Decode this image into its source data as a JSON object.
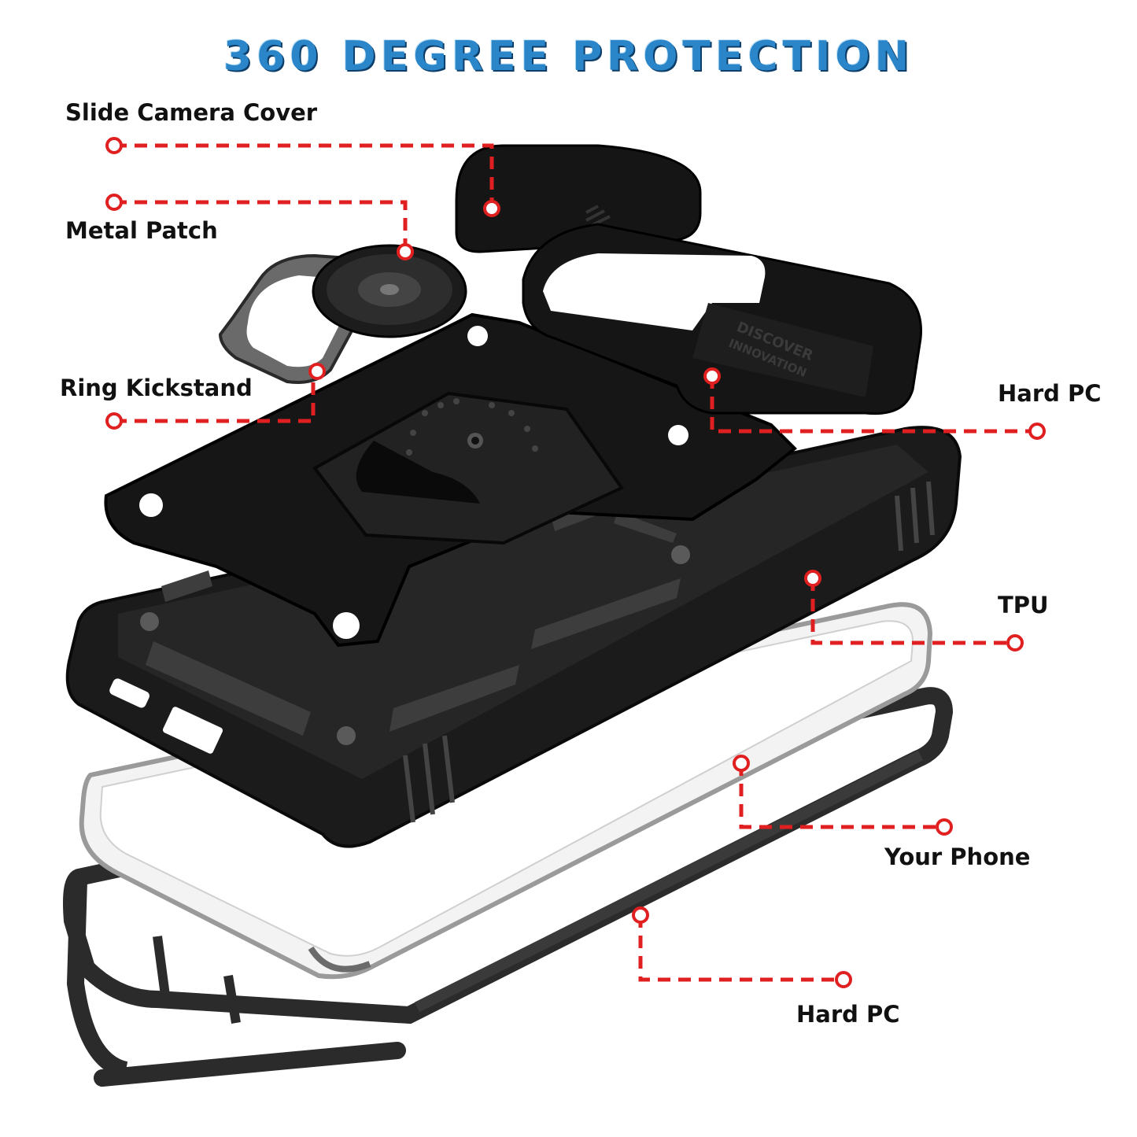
{
  "title": "360 DEGREE PROTECTION",
  "callouts": {
    "slide_camera_cover": "Slide Camera Cover",
    "metal_patch": "Metal Patch",
    "ring_kickstand": "Ring Kickstand",
    "hard_pc_top": "Hard PC",
    "tpu": "TPU",
    "your_phone": "Your Phone",
    "hard_pc_bottom": "Hard PC"
  },
  "engraving": [
    "DISCOVER",
    "INNOVATION"
  ],
  "colors": {
    "title": "#2a86c8",
    "callout_line": "#e02020",
    "case": "#1a1a1a"
  }
}
